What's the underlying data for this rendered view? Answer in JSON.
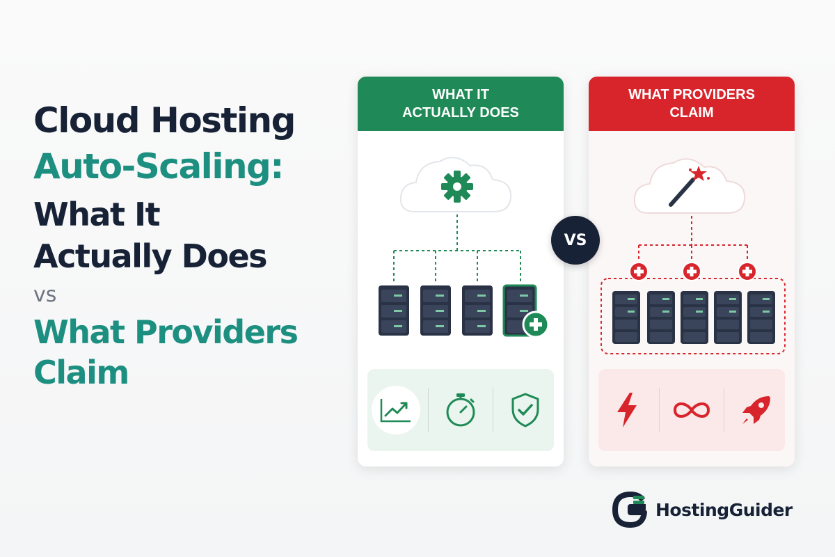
{
  "title": {
    "line1": "Cloud Hosting",
    "line2": "Auto-Scaling:",
    "line3": "What It",
    "line3b": "Actually Does",
    "line4": "vs",
    "line5": "What Providers",
    "line5b": "Claim"
  },
  "left_panel": {
    "header_line1": "WHAT IT",
    "header_line2": "ACTUALLY DOES",
    "color": "#1f8a57",
    "icons": [
      "cloud-gear-icon",
      "server-icon",
      "add-server-icon",
      "growth-chart-icon",
      "stopwatch-icon",
      "shield-check-icon"
    ]
  },
  "right_panel": {
    "header_line1": "WHAT PROVIDERS",
    "header_line2": "CLAIM",
    "color": "#d8242b",
    "icons": [
      "cloud-magic-wand-icon",
      "plus-icon",
      "server-icon",
      "lightning-icon",
      "infinity-icon",
      "rocket-icon"
    ]
  },
  "vs_badge": "VS",
  "brand": {
    "name": "HostingGuider",
    "logo": "hostingguider-logo-icon"
  }
}
